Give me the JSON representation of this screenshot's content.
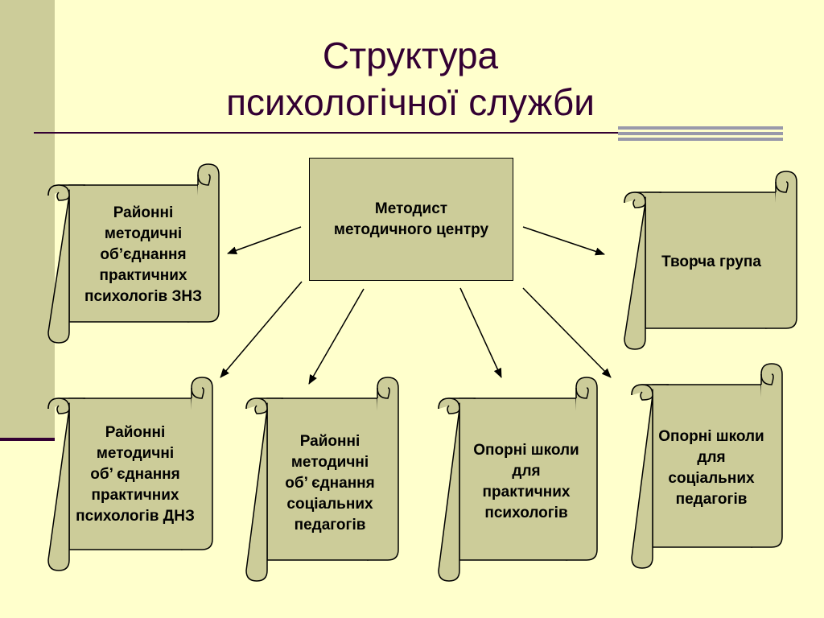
{
  "title": {
    "line1": "Структура",
    "line2": "психологічної служби"
  },
  "center": {
    "text": "Методист\nметодичного центру"
  },
  "nodes": {
    "znz": "Районні\nметодичні\nоб’єднання\nпрактичних\nпсихологів ЗНЗ",
    "creative": "Творча група",
    "dnz": "Районні\nметодичні\nоб’ єднання\nпрактичних\nпсихологів ДНЗ",
    "social_unions": "Районні\nметодичні\nоб’ єднання\nсоціальних\nпедагогів",
    "support_psych": "Опорні школи\nдля\nпрактичних\nпсихологів",
    "support_social": "Опорні школи\nдля\nсоціальних\nпедагогів"
  },
  "colors": {
    "background": "#ffffcc",
    "box_fill": "#cccc99",
    "title": "#330033"
  }
}
